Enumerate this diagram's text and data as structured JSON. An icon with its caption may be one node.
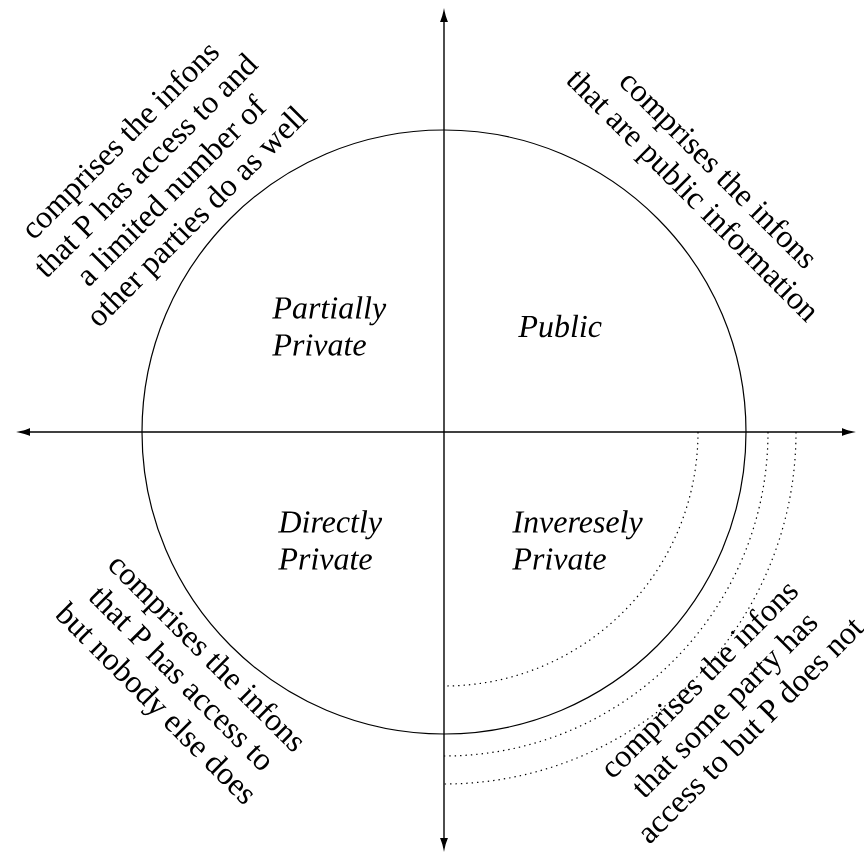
{
  "diagram": {
    "labels": [
      "comprises the infons that P has access to and a limited number of other parties do as well",
      "comprises the infons that are public information",
      "Partially Private",
      "Public",
      "Directly Private",
      "Inveresely Private",
      "comprises the infons that P has access to but nobody else does",
      "comprises the infons that some party has access to but P does not"
    ]
  }
}
